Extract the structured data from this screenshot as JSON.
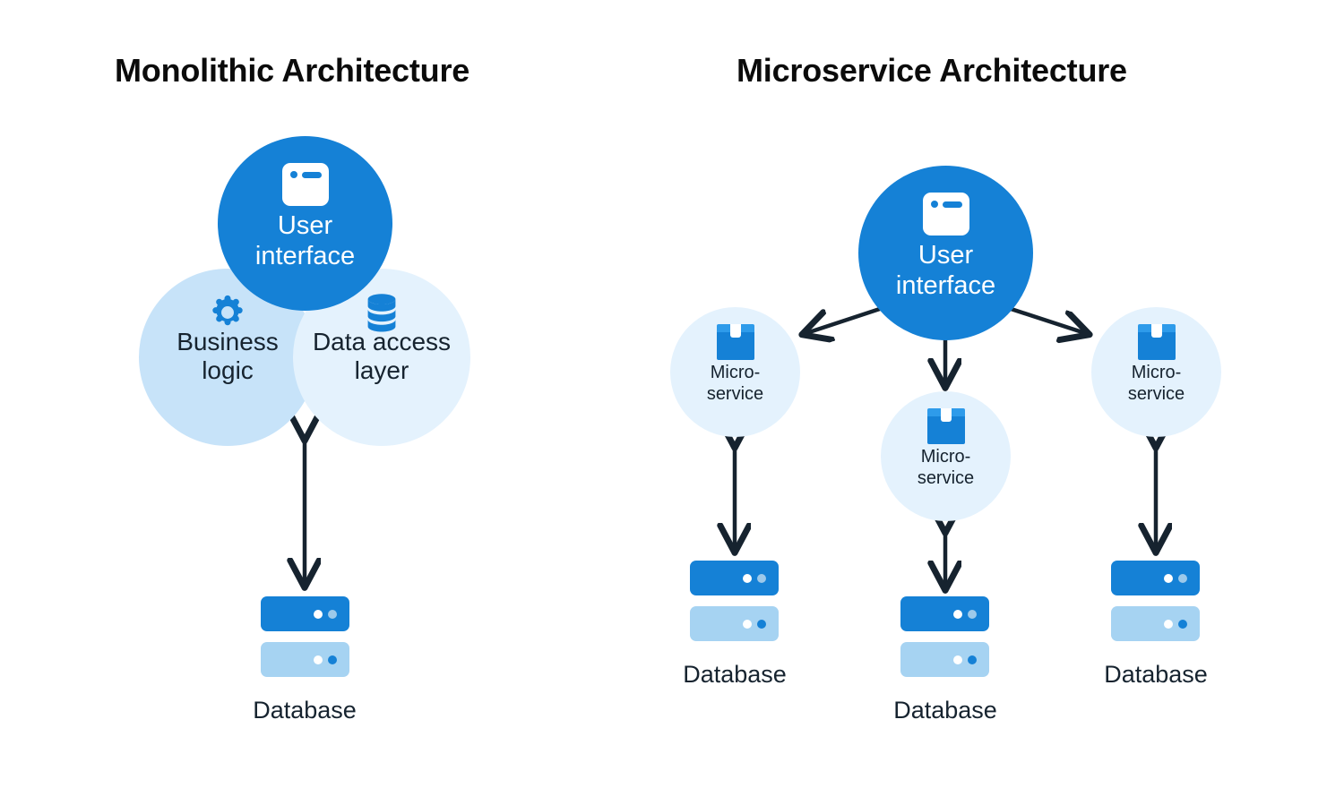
{
  "page": {
    "background": "#ffffff",
    "accent_blue": "#1581d6",
    "soft_blue_dark": "#c7e3f9",
    "soft_blue_light": "#e4f2fd",
    "server_light": "#a6d3f2",
    "arrow_color": "#16232f",
    "text_color": "#16232f"
  },
  "monolithic": {
    "title": "Monolithic Architecture",
    "nodes": {
      "user_interface": {
        "label": "User\ninterface",
        "icon": "window-icon"
      },
      "business_logic": {
        "label": "Business\nlogic",
        "icon": "gear-icon"
      },
      "data_access_layer": {
        "label": "Data access\nlayer",
        "icon": "database-cylinder-icon"
      }
    },
    "database": {
      "caption": "Database",
      "icon": "server-stack-icon"
    },
    "connections": [
      {
        "from": "monolith",
        "to": "database",
        "type": "double-arrow"
      }
    ]
  },
  "microservice": {
    "title": "Microservice Architecture",
    "nodes": {
      "user_interface": {
        "label": "User\ninterface",
        "icon": "window-icon"
      },
      "microservice_left": {
        "label": "Micro-\nservice",
        "icon": "package-box-icon"
      },
      "microservice_center": {
        "label": "Micro-\nservice",
        "icon": "package-box-icon"
      },
      "microservice_right": {
        "label": "Micro-\nservice",
        "icon": "package-box-icon"
      }
    },
    "databases": [
      {
        "caption": "Database",
        "icon": "server-stack-icon"
      },
      {
        "caption": "Database",
        "icon": "server-stack-icon"
      },
      {
        "caption": "Database",
        "icon": "server-stack-icon"
      }
    ],
    "connections": [
      {
        "from": "user_interface",
        "to": "microservice_left",
        "type": "single-arrow"
      },
      {
        "from": "user_interface",
        "to": "microservice_center",
        "type": "single-arrow"
      },
      {
        "from": "user_interface",
        "to": "microservice_right",
        "type": "single-arrow"
      },
      {
        "from": "microservice_left",
        "to": "database_left",
        "type": "double-arrow"
      },
      {
        "from": "microservice_center",
        "to": "database_center",
        "type": "double-arrow"
      },
      {
        "from": "microservice_right",
        "to": "database_right",
        "type": "double-arrow"
      }
    ]
  }
}
